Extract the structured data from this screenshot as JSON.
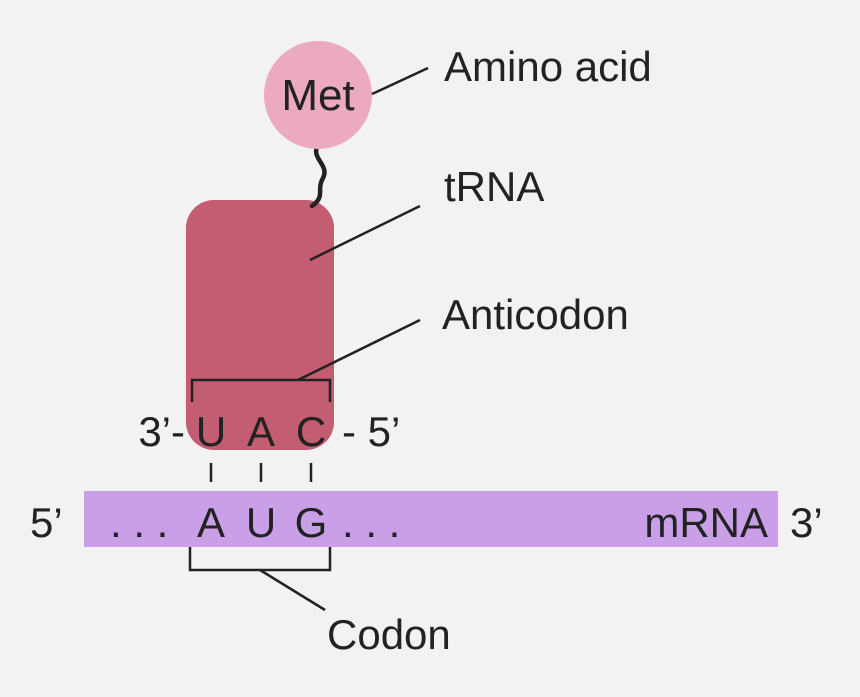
{
  "amino_acid": {
    "abbrev": "Met",
    "label": "Amino acid"
  },
  "trna": {
    "label": "tRNA"
  },
  "anticodon": {
    "label": "Anticodon",
    "prefix": "3’-",
    "suffix": "- 5’",
    "bases": [
      "U",
      "A",
      "C"
    ]
  },
  "mrna": {
    "five_prime": "5’",
    "three_prime": "3’",
    "leading_dots": ". . .",
    "trailing_dots": ". . .",
    "label": "mRNA",
    "bases": [
      "A",
      "U",
      "G"
    ]
  },
  "codon": {
    "label": "Codon"
  },
  "colors": {
    "background": "#f2f2f2",
    "amino_acid_fill": "#ecaabf",
    "trna_fill": "#c35d72",
    "mrna_fill": "#c9a0e8",
    "line": "#222222"
  }
}
